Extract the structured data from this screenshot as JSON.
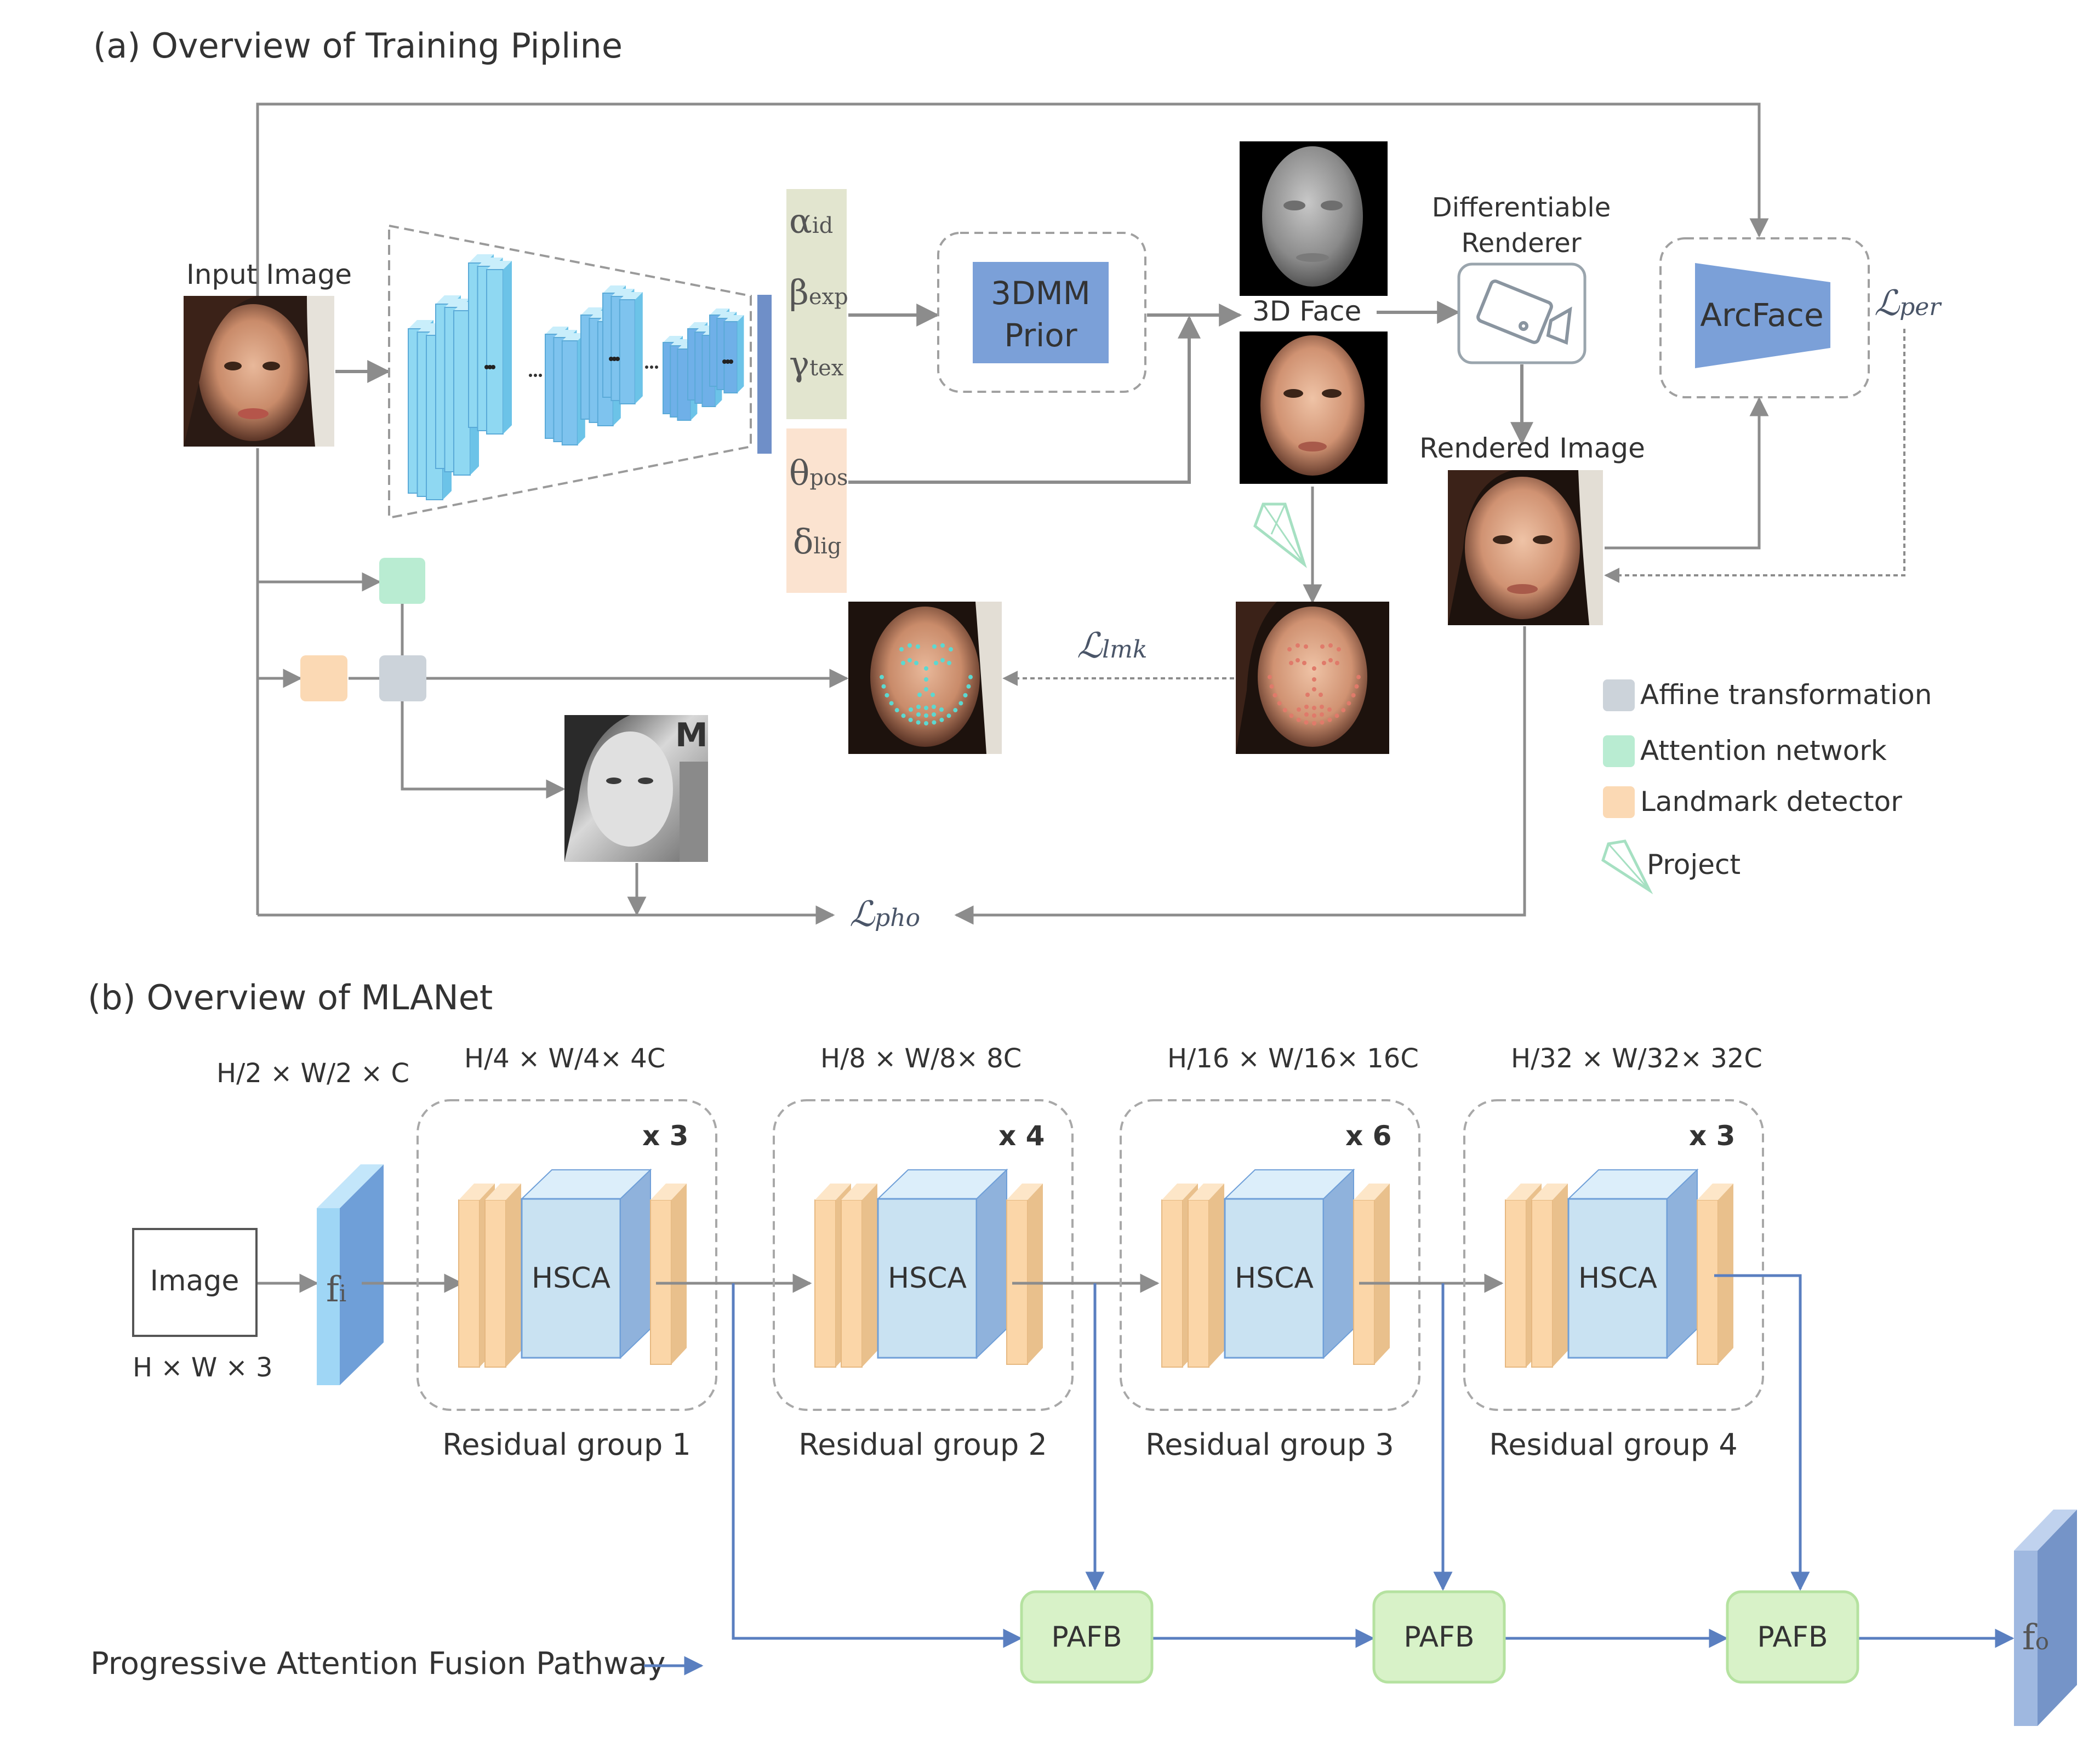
{
  "panel_a": {
    "title": "(a) Overview of Training Pipline",
    "input_label": "Input Image",
    "params": {
      "alpha": "α",
      "alpha_sub": "id",
      "beta": "β",
      "beta_sub": "exp",
      "gamma": "γ",
      "gamma_sub": "tex",
      "theta": "θ",
      "theta_sub": "pos",
      "delta": "δ",
      "delta_sub": "lig"
    },
    "prior_line1": "3DMM",
    "prior_line2": "Prior",
    "face3d_label": "3D Face",
    "renderer_line1": "Differentiable",
    "renderer_line2": "Renderer",
    "rendered_label": "Rendered Image",
    "arcface": "ArcFace",
    "mask_letter": "M",
    "losses": {
      "per": "ℒ",
      "per_sub": "per",
      "lmk": "ℒ",
      "lmk_sub": "lmk",
      "pho": "ℒ",
      "pho_sub": "pho"
    },
    "legend": [
      {
        "label": "Affine transformation",
        "color": "#ccd3da"
      },
      {
        "label": "Attention network",
        "color": "#b9ecd2"
      },
      {
        "label": "Landmark detector",
        "color": "#fbd9b4"
      },
      {
        "label": "Project",
        "icon": "gem-icon"
      }
    ]
  },
  "panel_b": {
    "title": "(b) Overview of MLANet",
    "image_box": "Image",
    "image_dim": "H × W × 3",
    "fi_dim": "H/2 × W/2 × C",
    "fi_label": "f",
    "fi_sub": "i",
    "fo_label": "f",
    "fo_sub": "o",
    "groups": [
      {
        "label": "Residual group 1",
        "dim": "H/4 × W/4× 4C",
        "repeat": "x 3",
        "block": "HSCA"
      },
      {
        "label": "Residual group 2",
        "dim": "H/8 × W/8× 8C",
        "repeat": "x 4",
        "block": "HSCA"
      },
      {
        "label": "Residual group 3",
        "dim": "H/16 × W/16× 16C",
        "repeat": "x 6",
        "block": "HSCA"
      },
      {
        "label": "Residual group 4",
        "dim": "H/32 × W/32× 32C",
        "repeat": "x 3",
        "block": "HSCA"
      }
    ],
    "pafb": [
      "PAFB",
      "PAFB",
      "PAFB"
    ],
    "pathway_label": "Progressive Attention Fusion Pathway"
  },
  "colors": {
    "cyan_block": "#8fd8f2",
    "blue_block": "#6f9fd8",
    "prior_fill": "#7ba0d8",
    "orange_layer": "#fbd6a8",
    "hsca_fill": "#c9e2f2",
    "pafb_fill": "#d8f2c8",
    "param_green": "#e2e5cf",
    "param_orange": "#fbe3d0",
    "gray_line": "#8c8c8c",
    "blue_line": "#5a7fc0"
  }
}
